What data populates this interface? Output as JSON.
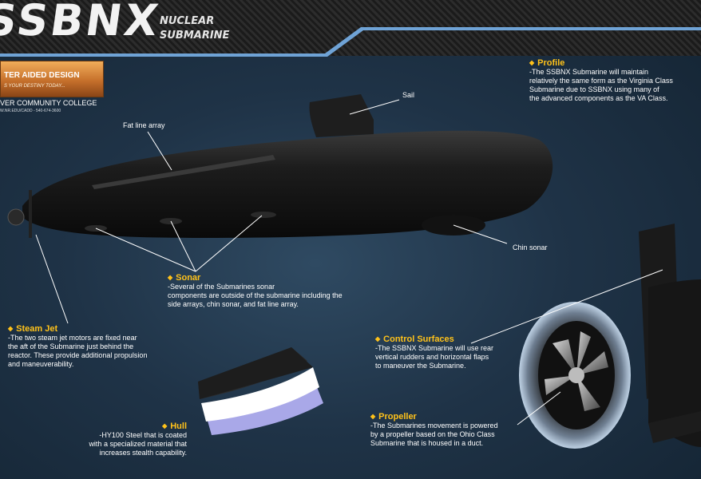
{
  "header": {
    "title": "SSBNX",
    "subtitle_line1": "NUCLEAR",
    "subtitle_line2": "SUBMARINE"
  },
  "logo": {
    "text": "TER AIDED DESIGN",
    "tagline": "S YOUR DESTINY TODAY...",
    "college": "VER COMMUNITY COLLEGE",
    "college_sub": "W.NR.EDU/CADD - 540-674-3600"
  },
  "callouts": {
    "sail": "Sail",
    "fat_line_array": "Fat line array",
    "chin_sonar": "Chin sonar"
  },
  "sections": {
    "profile": {
      "heading": "Profile",
      "lines": [
        "-The SSBNX Submarine will maintain",
        "relatively the same form as the Virginia Class",
        "Submarine due to SSBNX using many of",
        "the advanced components as the VA Class."
      ]
    },
    "sonar": {
      "heading": "Sonar",
      "lines": [
        "-Several of the Submarines sonar",
        "components are outside of the submarine including the",
        "side arrays, chin sonar, and fat line array."
      ]
    },
    "steam_jet": {
      "heading": "Steam Jet",
      "lines": [
        "-The two steam jet motors are fixed near",
        "the aft of the Submarine just behind the",
        "reactor. These provide additional propulsion",
        "and maneuverability."
      ]
    },
    "control_surfaces": {
      "heading": "Control Surfaces",
      "lines": [
        "-The SSBNX Submarine will use rear",
        "vertical rudders and horizontal flaps",
        "to maneuver the Submarine."
      ]
    },
    "hull": {
      "heading": "Hull",
      "lines": [
        "-HY100 Steel that is coated",
        "with a specialized material that",
        "increases stealth capability."
      ]
    },
    "propeller": {
      "heading": "Propeller",
      "lines": [
        "-The Submarines movement is powered",
        "by a propeller based on the Ohio Class",
        "Submarine that is housed in a duct."
      ]
    }
  },
  "colors": {
    "heading": "#ffc21a",
    "background": "#1f3347",
    "accent_stripe": "#6fa3d6"
  }
}
